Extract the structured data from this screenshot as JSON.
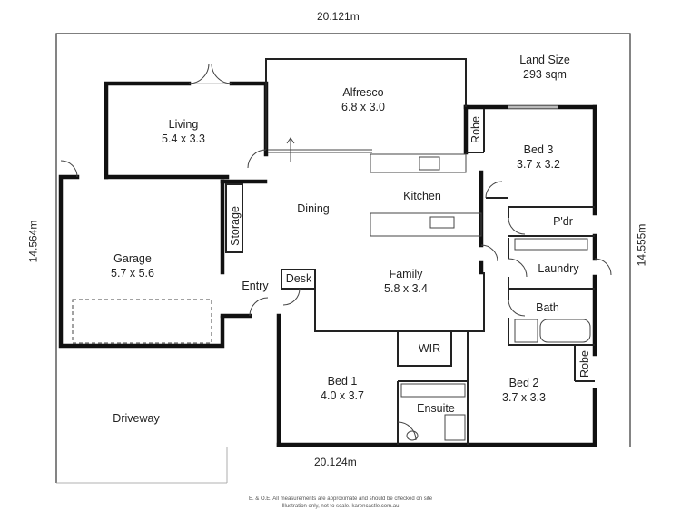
{
  "dimensions": {
    "top": "20.121m",
    "bottom": "20.124m",
    "left": "14.564m",
    "right": "14.555m"
  },
  "land": {
    "label": "Land Size",
    "value": "293 sqm"
  },
  "rooms": {
    "alfresco": {
      "name": "Alfresco",
      "size": "6.8 x 3.0"
    },
    "living": {
      "name": "Living",
      "size": "5.4 x 3.3"
    },
    "bed3": {
      "name": "Bed 3",
      "size": "3.7 x 3.2"
    },
    "kitchen": {
      "name": "Kitchen"
    },
    "dining": {
      "name": "Dining"
    },
    "storage": {
      "name": "Storage"
    },
    "garage": {
      "name": "Garage",
      "size": "5.7 x 5.6"
    },
    "pdr": {
      "name": "P'dr"
    },
    "laundry": {
      "name": "Laundry"
    },
    "family": {
      "name": "Family",
      "size": "5.8 x 3.4"
    },
    "desk": {
      "name": "Desk"
    },
    "entry": {
      "name": "Entry"
    },
    "bath": {
      "name": "Bath"
    },
    "wir": {
      "name": "WIR"
    },
    "bed1": {
      "name": "Bed 1",
      "size": "4.0 x 3.7"
    },
    "bed2": {
      "name": "Bed 2",
      "size": "3.7 x 3.3"
    },
    "ensuite": {
      "name": "Ensuite"
    },
    "driveway": {
      "name": "Driveway"
    },
    "robe_top": {
      "name": "Robe"
    },
    "robe_right": {
      "name": "Robe"
    }
  },
  "footer": {
    "line1": "E. & O.E. All measurements are approximate and should be checked on site",
    "line2": "Illustration only, not to scale.   karencastle.com.au"
  }
}
